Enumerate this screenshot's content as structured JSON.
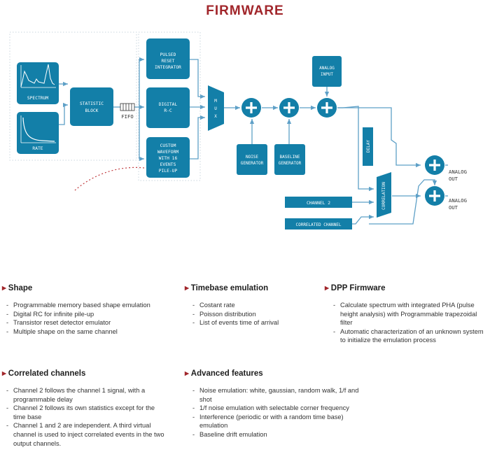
{
  "title": "FIRMWARE",
  "diagram": {
    "blocks": {
      "spectrum": "SPECTRUM",
      "rate": "RATE",
      "statistic_block": [
        "STATISTIC",
        "BLOCK"
      ],
      "fifo": "FIFO",
      "pulsed_reset": [
        "PULSED",
        "RESET",
        "INTEGRATOR"
      ],
      "digital_rc": [
        "DIGITAL",
        "R-C"
      ],
      "custom_waveform": [
        "CUSTOM",
        "WAVEFORM",
        "WITH 16",
        "EVENTS",
        "PILE-UP"
      ],
      "mux": [
        "M",
        "U",
        "X"
      ],
      "noise_generator": [
        "NOISE",
        "GENERATOR"
      ],
      "baseline_generator": [
        "BASELINE",
        "GENERATOR"
      ],
      "analog_input": [
        "ANALOG",
        "INPUT"
      ],
      "delay": "DELAY",
      "correlation": "CORRELATION",
      "channel2": "CHANNEL 2",
      "correlated_channel": "CORRELATED CHANNEL",
      "analog_out_1": [
        "ANALOG",
        "OUT"
      ],
      "analog_out_2": [
        "ANALOG",
        "OUT"
      ]
    },
    "colors": {
      "block": "#137fa8",
      "line": "#5ea0c7",
      "dashed_line": "#c0393d",
      "title": "#a1262b"
    }
  },
  "sections": {
    "shape": {
      "title": "Shape",
      "items": [
        "Programmable memory based shape emulation",
        "Digital RC for infinite pile-up",
        "Transistor reset detector emulator",
        "Multiple shape on the same channel"
      ]
    },
    "timebase": {
      "title": "Timebase emulation",
      "items": [
        "Costant rate",
        "Poisson distribution",
        "List of events time of arrival"
      ]
    },
    "dpp": {
      "title": "DPP Firmware",
      "items": [
        "Calculate spectrum with integrated PHA (pulse height analysis) with Programmable trapezoidal filter",
        "Automatic characterization of an unknown system to initialize the emulation process"
      ]
    },
    "correlated": {
      "title": "Correlated channels",
      "items": [
        "Channel 2 follows the channel 1 signal, with a programmable delay",
        "Channel 2 follows its own statistics except for the time base",
        "Channel 1 and 2 are independent. A third virtual channel is used to inject correlated events in the two output channels."
      ]
    },
    "advanced": {
      "title": "Advanced features",
      "items": [
        "Noise emulation: white, gaussian, random walk, 1/f and shot",
        "1/f noise emulation with selectable corner frequency",
        "Interference (periodic or with a random time base) emulation",
        "Baseline drift emulation"
      ]
    }
  }
}
